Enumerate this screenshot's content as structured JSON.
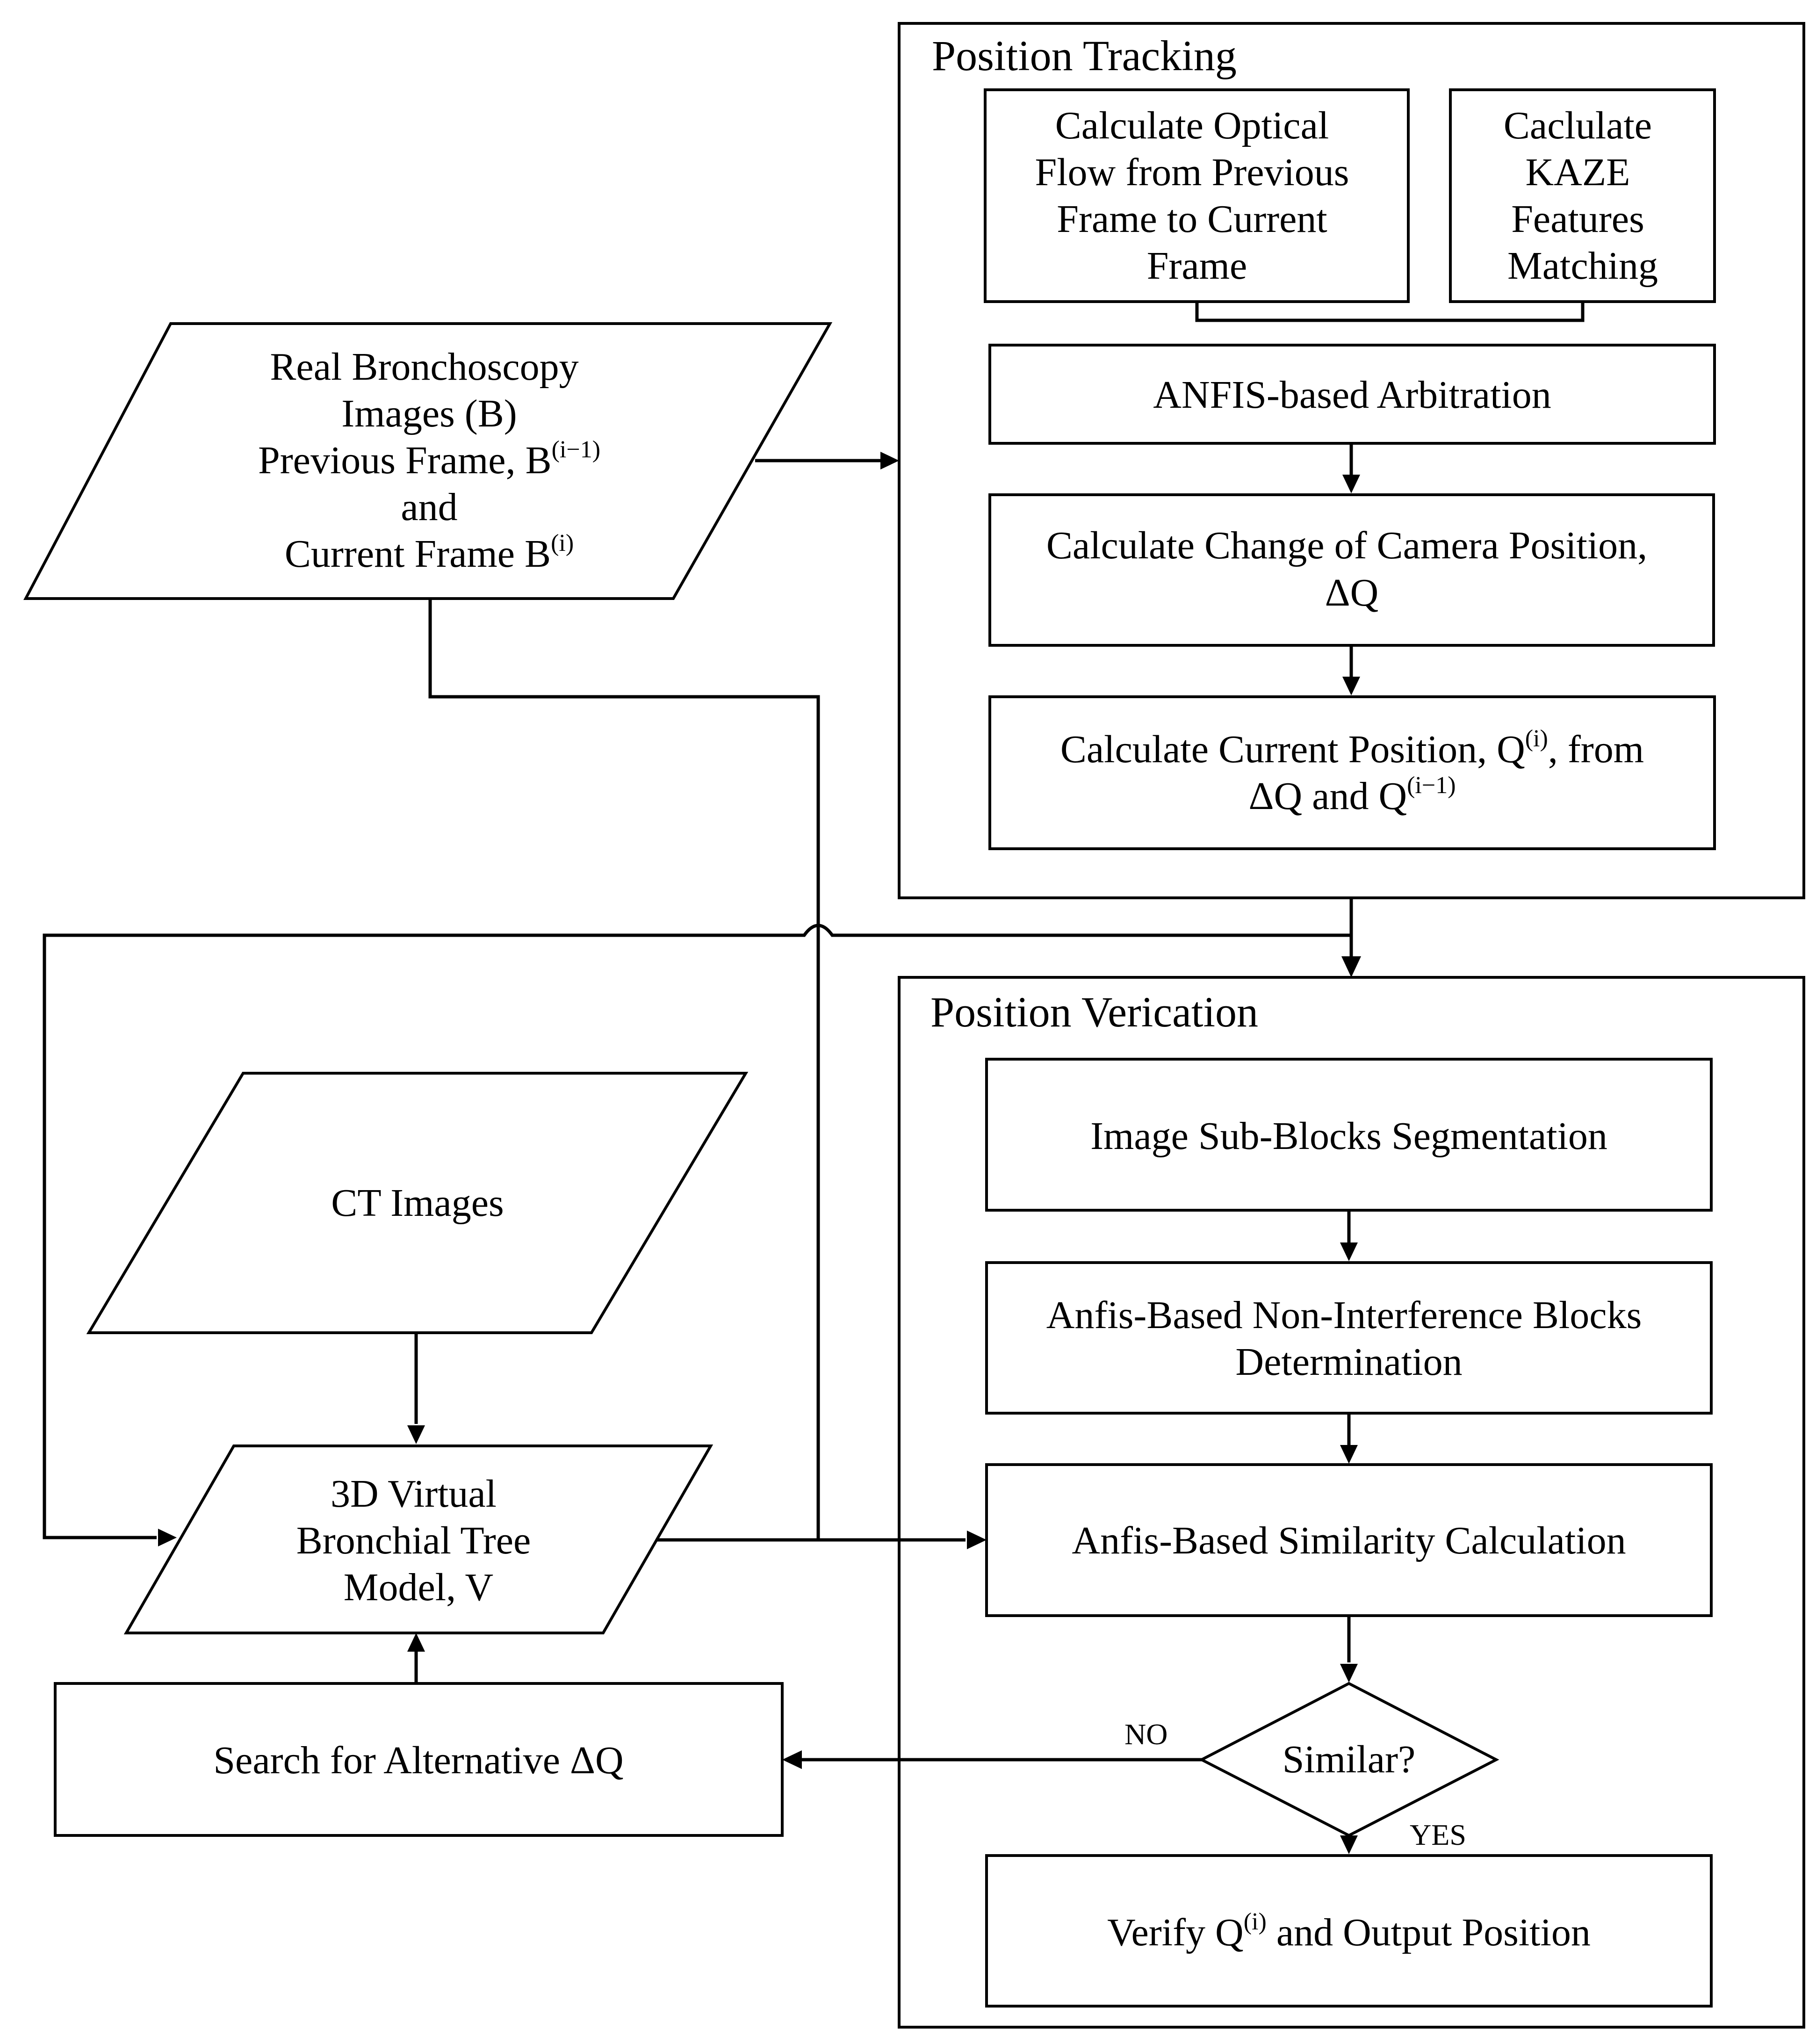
{
  "groups": {
    "tracking": {
      "title": "Position Tracking"
    },
    "verification": {
      "title": "Position Verication"
    }
  },
  "nodes": {
    "optical_flow": {
      "lines": [
        "Calculate Optical",
        "Flow from Previous",
        "Frame to Current",
        "Frame"
      ]
    },
    "kaze": {
      "lines": [
        "Caclulate",
        "KAZE",
        "Features",
        "Matching"
      ]
    },
    "anfis_arbitration": {
      "text": "ANFIS-based Arbitration"
    },
    "camera_change": {
      "line1": "Calculate Change of Camera Position,",
      "line2": "ΔQ"
    },
    "current_position": {
      "line1_a": "Calculate Current Position, Q",
      "line1_sup": "(i)",
      "line1_b": ", from",
      "line2_a": "ΔQ and Q",
      "line2_sup": "(i−1)"
    },
    "real_images": {
      "line1": "Real Bronchoscopy",
      "line2": "Images (B)",
      "line3_a": "Previous Frame, B",
      "line3_sup": "(i−1)",
      "line4": "and",
      "line5_a": "Current Frame B",
      "line5_sup": "(i)"
    },
    "ct_images": {
      "text": "CT Images"
    },
    "virtual_model": {
      "lines": [
        "3D Virtual",
        "Bronchial Tree",
        "Model, V"
      ]
    },
    "search_alt": {
      "text": "Search for Alternative ΔQ"
    },
    "sub_blocks": {
      "text": "Image Sub-Blocks Segmentation"
    },
    "non_interference": {
      "line1": "Anfis-Based Non-Interference Blocks",
      "line2": "Determination"
    },
    "similarity_calc": {
      "text": "Anfis-Based Similarity Calculation"
    },
    "similar_decision": {
      "text": "Similar?"
    },
    "verify_output": {
      "a": "Verify Q",
      "sup": "(i)",
      "b": " and Output Position"
    }
  },
  "edge_labels": {
    "no": "NO",
    "yes": "YES"
  },
  "colors": {
    "line": "#000000",
    "background": "#ffffff"
  }
}
